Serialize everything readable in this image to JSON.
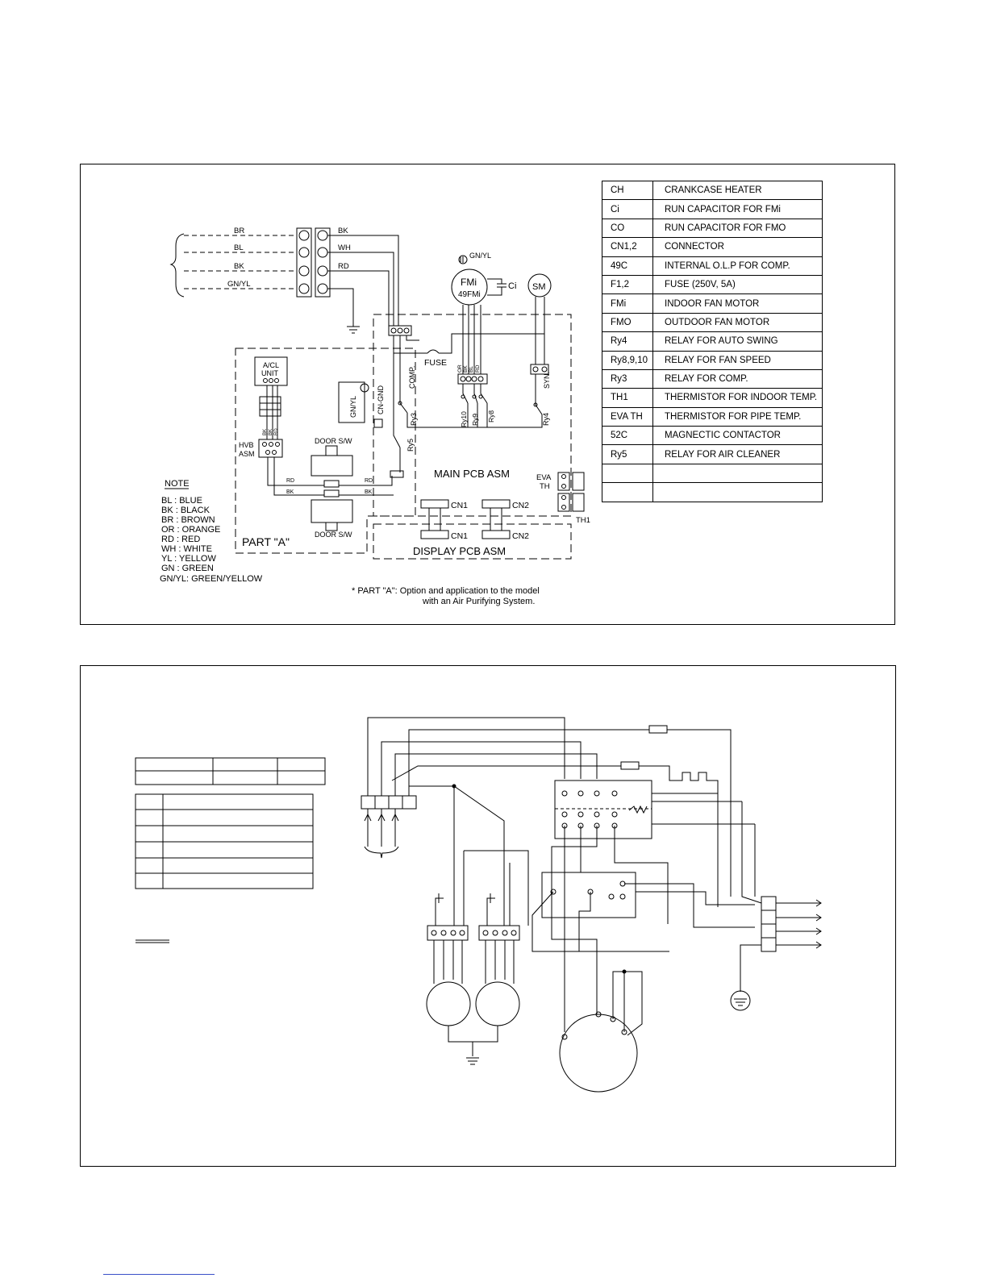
{
  "top_diagram": {
    "wire_labels": [
      "BR",
      "BL",
      "BK",
      "GN/YL"
    ],
    "terminal_labels": [
      "BK",
      "WH",
      "RD"
    ],
    "ground_label": "GN/YL",
    "fan_motor": {
      "name": "FMi",
      "olp": "49FMi"
    },
    "capacitor": "Ci",
    "swing_motor": "SM",
    "fuse": "FUSE",
    "comp": "COMP.",
    "syn": "SYN.",
    "relays": [
      "Ry3",
      "Ry4",
      "Ry5",
      "Ry10",
      "Ry9",
      "Ry8"
    ],
    "fan_wires": [
      "OR",
      "BK",
      "BL",
      "RD"
    ],
    "cn_gnd": "CN-GND",
    "part_a": {
      "acl_unit_line1": "A/CL",
      "acl_unit_line2": "UNIT",
      "hvb_line1": "HVB",
      "hvb_line2": "ASM",
      "door_switch": "DOOR S/W",
      "wire_colors": [
        "BK",
        "BK",
        "RD"
      ],
      "rd_label": "RD",
      "bk_label": "BK",
      "ground": "GN/YL",
      "title": "PART \"A\""
    },
    "main_pcb": "MAIN PCB ASM",
    "display_pcb": "DISPLAY PCB ASM",
    "cn1": "CN1",
    "cn2": "CN2",
    "eva_th_line1": "EVA",
    "eva_th_line2": "TH",
    "th1": "TH1",
    "note": {
      "title": "NOTE",
      "items": [
        "BL : BLUE",
        "BK : BLACK",
        "BR : BROWN",
        "OR : ORANGE",
        "RD : RED",
        "WH : WHITE",
        "YL : YELLOW",
        "GN : GREEN",
        "GN/YL: GREEN/YELLOW"
      ]
    },
    "footnote_line1": "* PART \"A\": Option and application to the model",
    "footnote_line2": "with an Air Purifying System.",
    "legend": [
      {
        "code": "CH",
        "desc": "CRANKCASE HEATER"
      },
      {
        "code": "Ci",
        "desc": "RUN CAPACITOR FOR FMi"
      },
      {
        "code": "CO",
        "desc": "RUN CAPACITOR FOR FMO"
      },
      {
        "code": "CN1,2",
        "desc": "CONNECTOR"
      },
      {
        "code": "49C",
        "desc": "INTERNAL O.L.P FOR COMP."
      },
      {
        "code": "F1,2",
        "desc": "FUSE (250V, 5A)"
      },
      {
        "code": "FMi",
        "desc": "INDOOR FAN MOTOR"
      },
      {
        "code": "FMO",
        "desc": "OUTDOOR FAN MOTOR"
      },
      {
        "code": "Ry4",
        "desc": "RELAY FOR AUTO SWING"
      },
      {
        "code": "Ry8,9,10",
        "desc": "RELAY FOR FAN SPEED"
      },
      {
        "code": "Ry3",
        "desc": "RELAY FOR COMP."
      },
      {
        "code": "TH1",
        "desc": "THERMISTOR FOR INDOOR TEMP."
      },
      {
        "code": "EVA TH",
        "desc": "THERMISTOR FOR PIPE TEMP."
      },
      {
        "code": "52C",
        "desc": "MAGNECTIC CONTACTOR"
      },
      {
        "code": "Ry5",
        "desc": "RELAY FOR AIR CLEANER"
      },
      {
        "code": "",
        "desc": ""
      },
      {
        "code": "",
        "desc": ""
      }
    ]
  }
}
